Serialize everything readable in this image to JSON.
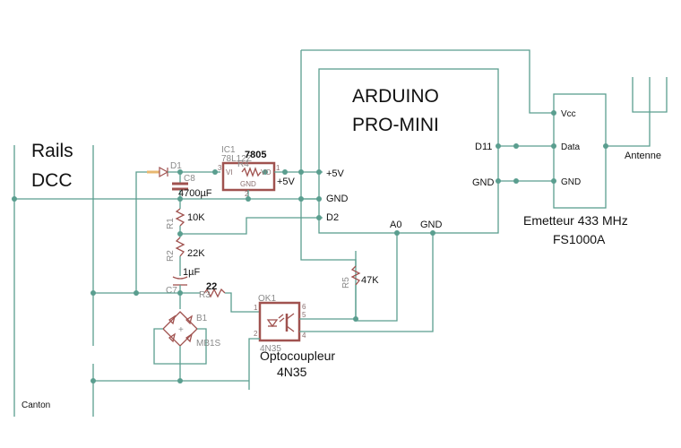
{
  "diagram": {
    "rails": {
      "line1": "Rails",
      "line2": "DCC"
    },
    "canton": "Canton",
    "arduino": {
      "title_line1": "ARDUINO",
      "title_line2": "PRO-MINI",
      "pins": {
        "v5": "+5V",
        "gnd_left": "GND",
        "d2": "D2",
        "a0": "A0",
        "gnd_bottom": "GND",
        "d11": "D11",
        "gnd_right": "GND"
      }
    },
    "transmitter": {
      "title_line1": "Emetteur 433 MHz",
      "title_line2": "FS1000A",
      "pins": {
        "vcc": "Vcc",
        "data": "Data",
        "gnd": "GND"
      },
      "antenna": "Antenne"
    },
    "regulator": {
      "ref": "IC1",
      "model": "78L12Z",
      "value": "7805",
      "inner_ref": "R4",
      "vi": "VI",
      "vo": "VO",
      "gnd": "GND",
      "output": "+5V",
      "pin_in": "3",
      "pin_out": "1",
      "pin_gnd": "2"
    },
    "diode": {
      "ref": "D1"
    },
    "capacitor_main": {
      "ref": "C8",
      "value": "4700µF"
    },
    "r1": {
      "ref": "R1",
      "value": "10K"
    },
    "r2": {
      "ref": "R2",
      "value": "22K"
    },
    "c7": {
      "ref": "C7",
      "value": "1µF"
    },
    "r3": {
      "ref": "R3",
      "value": "22"
    },
    "r5": {
      "ref": "R5",
      "value": "47K"
    },
    "bridge": {
      "ref": "B1",
      "model": "MB1S",
      "plus": "+"
    },
    "optocoupler": {
      "ref": "OK1",
      "model": "4N35",
      "label_line1": "Optocoupleur",
      "label_line2": "4N35",
      "pins": [
        "1",
        "2",
        "4",
        "5",
        "6"
      ]
    }
  }
}
